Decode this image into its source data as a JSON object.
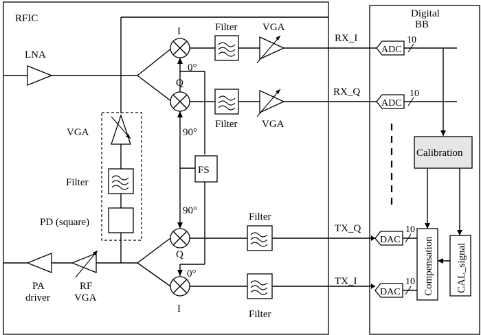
{
  "labels": {
    "rfic": "RFIC",
    "digital_bb_line1": "Digital",
    "digital_bb_line2": "BB",
    "lna": "LNA",
    "vga_top": "VGA",
    "vga_rx_q": "VGA",
    "vga_feedback": "VGA",
    "filter_rx_i": "Filter",
    "filter_rx_q": "Filter",
    "filter_feedback": "Filter",
    "filter_tx_q": "Filter",
    "filter_tx_i": "Filter",
    "pd_square": "PD (square)",
    "pa_line1": "PA",
    "pa_line2": "driver",
    "rfvga_line1": "RF",
    "rfvga_line2": "VGA",
    "mixer_i_rx": "I",
    "mixer_q_rx": "Q",
    "mixer_q_tx": "Q",
    "mixer_i_tx": "I",
    "phase_0_top": "0°",
    "phase_90_top": "90°",
    "phase_90_bottom": "90°",
    "phase_0_bottom": "0°",
    "fs": "FS",
    "rx_i": "RX_I",
    "rx_q": "RX_Q",
    "tx_q": "TX_Q",
    "tx_i": "TX_I",
    "adc_i": "ADC",
    "adc_q": "ADC",
    "dac_q": "DAC",
    "dac_i": "DAC",
    "bus_width_1": "10",
    "bus_width_2": "10",
    "bus_width_3": "10",
    "bus_width_4": "10",
    "calibration": "Calibration",
    "compensation": "Compensation",
    "cal_signal": "CAL_signal"
  },
  "colors": {
    "line": "#000000",
    "calibration_fill": "#e6e6e6"
  }
}
